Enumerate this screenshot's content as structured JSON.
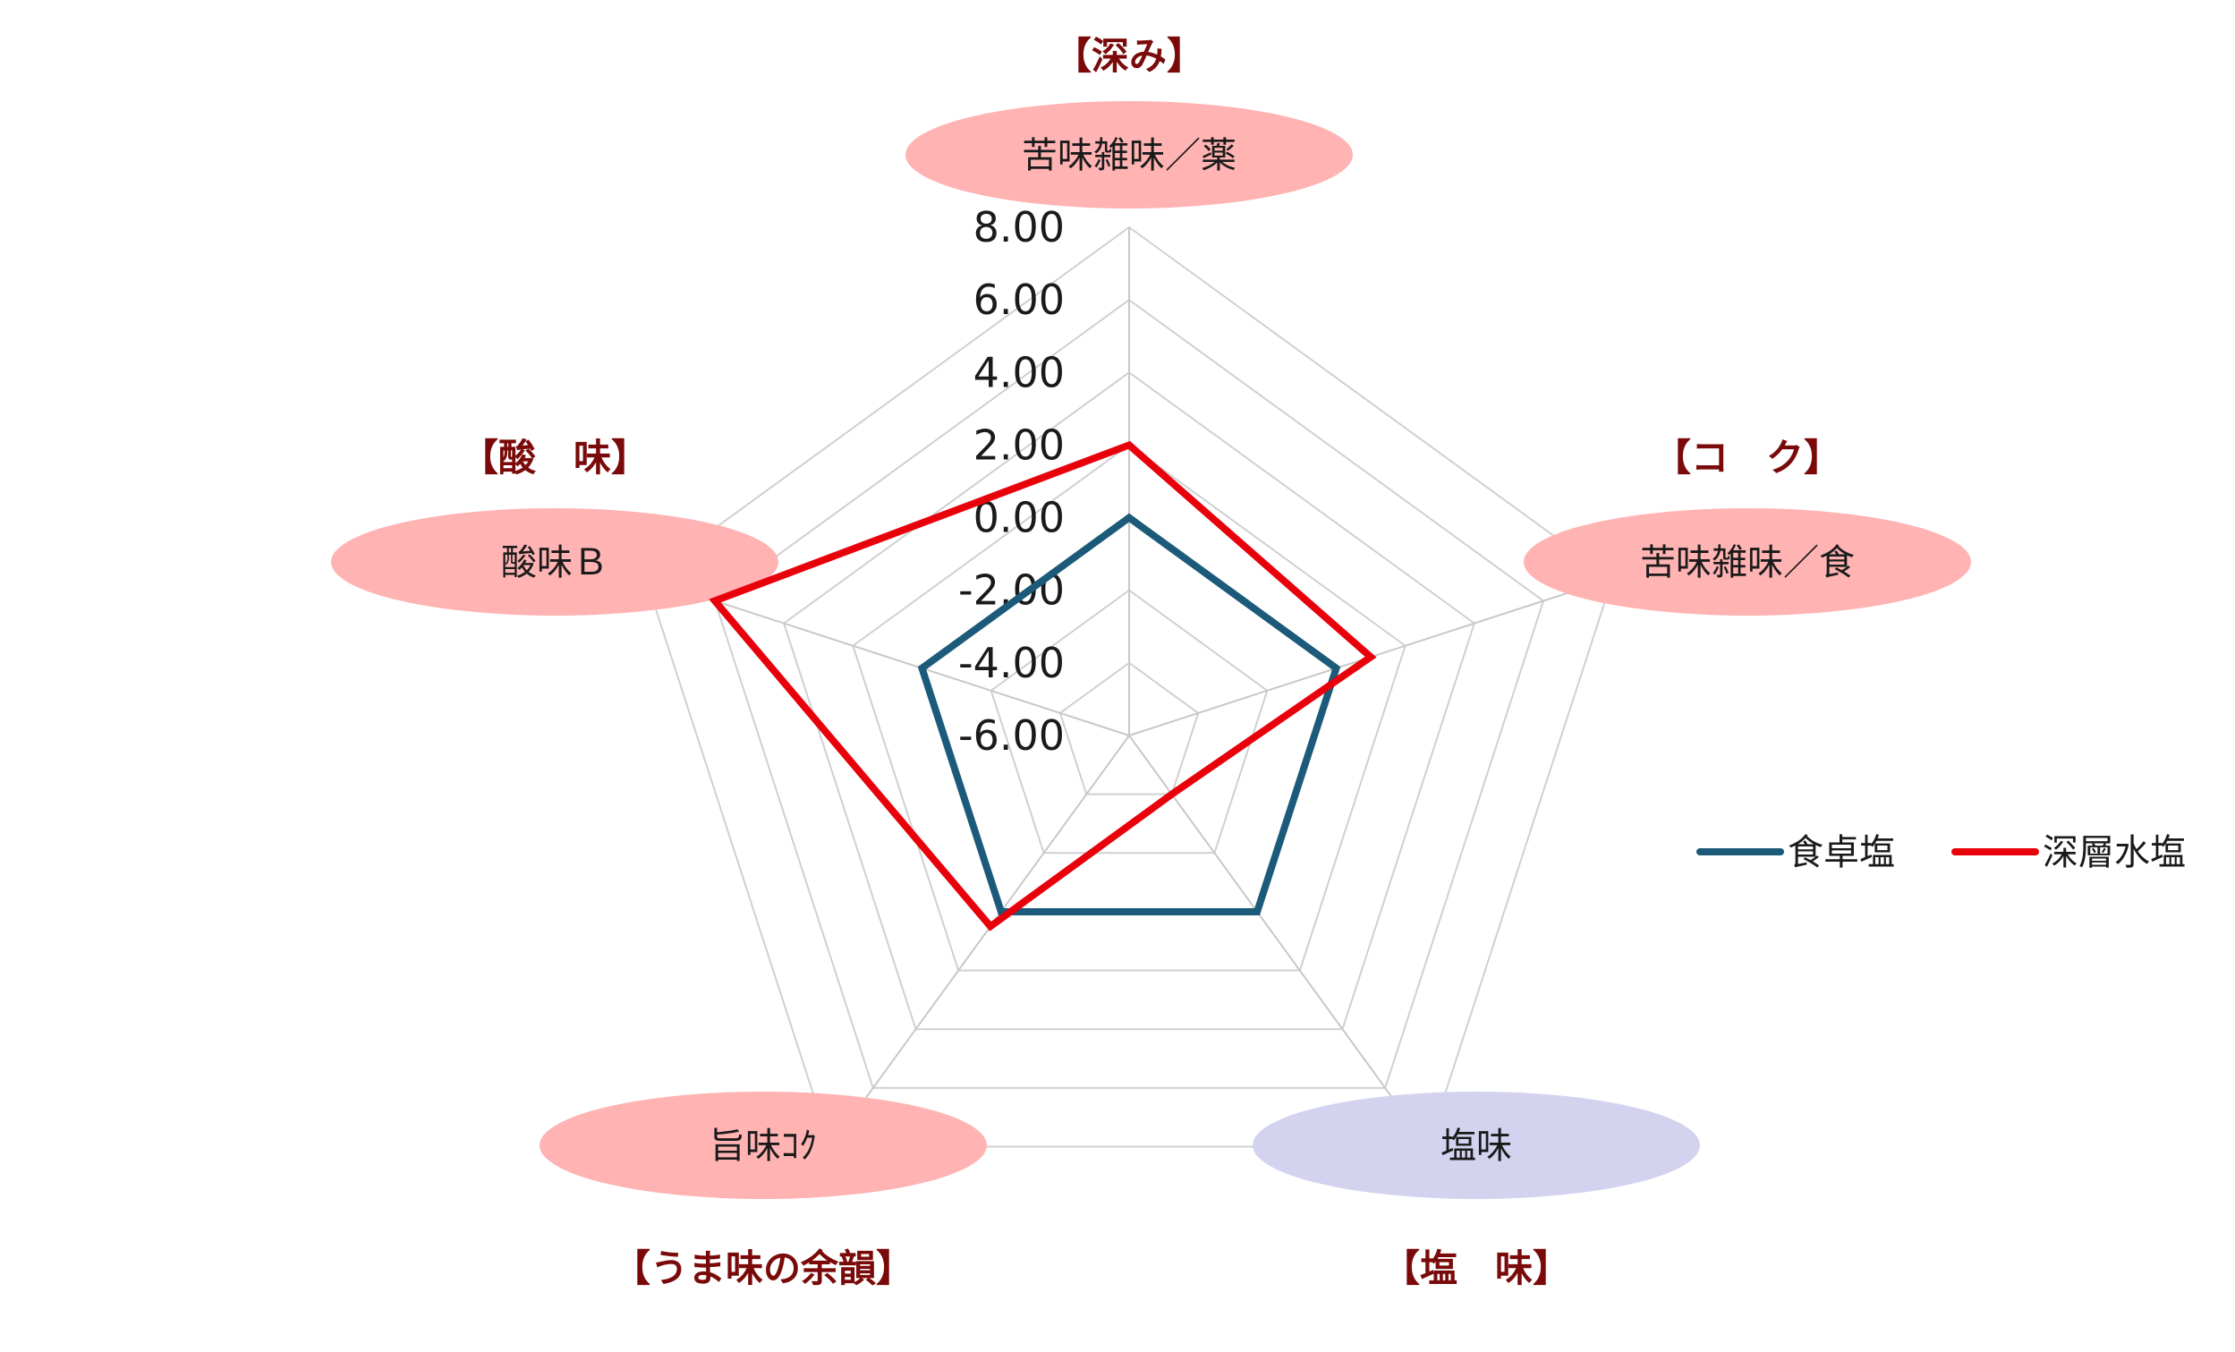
{
  "chart_data": {
    "type": "radar",
    "categories": [
      "苦味雑味／薬",
      "苦味雑味／食",
      "塩味",
      "旨味ｺｸ",
      "酸味Ｂ"
    ],
    "category_groups": [
      "【深み】",
      "【コ　ク】",
      "【塩　味】",
      "【うま味の余韻】",
      "【酸　味】"
    ],
    "category_colors": [
      "#ffb3b3",
      "#ffb3b3",
      "#d3d3f0",
      "#ffb3b3",
      "#ffb3b3"
    ],
    "ticks": [
      "8.00",
      "6.00",
      "4.00",
      "2.00",
      "0.00",
      "-2.00",
      "-4.00",
      "-6.00"
    ],
    "rlim": [
      -6,
      8
    ],
    "grid": true,
    "legend_position": "right",
    "series": [
      {
        "name": "食卓塩",
        "color": "#1c5a7a",
        "values": [
          0.0,
          0.0,
          0.0,
          0.0,
          0.0
        ]
      },
      {
        "name": "深層水塩",
        "color": "#e8000a",
        "values": [
          2.0,
          1.0,
          -4.0,
          0.5,
          6.0
        ]
      }
    ]
  }
}
